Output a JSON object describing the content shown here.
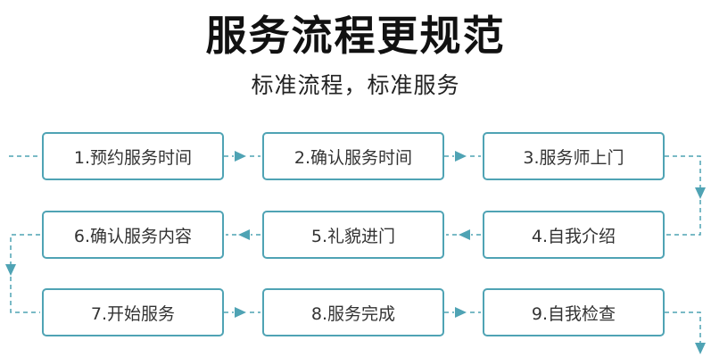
{
  "title": "服务流程更规范",
  "subtitle": "标准流程，标准服务",
  "steps": [
    {
      "label": "1.预约服务时间"
    },
    {
      "label": "2.确认服务时间"
    },
    {
      "label": "3.服务师上门"
    },
    {
      "label": "4.自我介绍"
    },
    {
      "label": "5.礼貌进门"
    },
    {
      "label": "6.确认服务内容"
    },
    {
      "label": "7.开始服务"
    },
    {
      "label": "8.服务完成"
    },
    {
      "label": "9.自我检查"
    }
  ],
  "colors": {
    "accent": "#4fa3b4",
    "title": "#111111",
    "text": "#333333"
  }
}
